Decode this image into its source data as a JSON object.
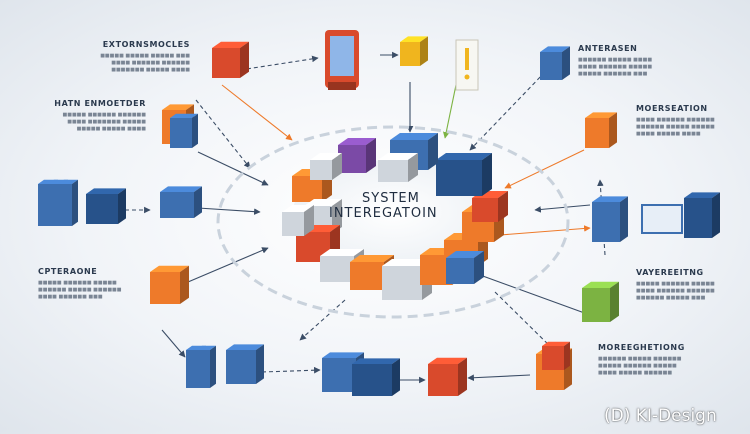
{
  "diagram": {
    "center_title": [
      "SYSTEM",
      "INTEREGATOIN"
    ],
    "watermark": "(D) KI-Design",
    "labels": [
      {
        "heading": "EXTORNSMOCLES",
        "lines": [
          "■■■■■ ■■■■■ ■■■■■ ■■■",
          "■■■■ ■■■■■■ ■■■■■■",
          "■■■■■■■ ■■■■■ ■■■■"
        ]
      },
      {
        "heading": "HATN ENMOETDER",
        "lines": [
          "■■■■■ ■■■■■■ ■■■■■■",
          "■■■■ ■■■■■■■ ■■■■■",
          "■■■■■ ■■■■■ ■■■■"
        ]
      },
      {
        "heading": "ANTERASEN",
        "lines": [
          "■■■■■■ ■■■■■ ■■■■",
          "■■■■ ■■■■■■ ■■■■■",
          "■■■■■ ■■■■■■ ■■■"
        ]
      },
      {
        "heading": "MOERSEATION",
        "lines": [
          "■■■■ ■■■■■■ ■■■■■■",
          "■■■■■■ ■■■■■ ■■■■■",
          "■■■■ ■■■■■ ■■■■"
        ]
      },
      {
        "heading": "CPTERAONE",
        "lines": [
          "■■■■■ ■■■■■■ ■■■■■",
          "■■■■■■ ■■■■■ ■■■■■■",
          "■■■■ ■■■■■■ ■■■"
        ]
      },
      {
        "heading": "VAYEREEITNG",
        "lines": [
          "■■■■■ ■■■■■■ ■■■■■",
          "■■■■ ■■■■■■ ■■■■■■",
          "■■■■■■ ■■■■■ ■■■"
        ]
      },
      {
        "heading": "MOREEGHETIONG",
        "lines": [
          "■■■■■■ ■■■■■ ■■■■■■",
          "■■■■■ ■■■■■■ ■■■■■",
          "■■■■ ■■■■■ ■■■■■■"
        ]
      }
    ],
    "colors": {
      "blue": "#3d6fb0",
      "blue_dark": "#27528a",
      "orange": "#ee7a2a",
      "red": "#d94a2c",
      "purple": "#7b4aa6",
      "yellow": "#f0b51e",
      "green": "#7cb342",
      "grey": "#cfd5dc",
      "connector": "#3b4d66"
    },
    "icons": [
      "server-stack-icon",
      "document-icon",
      "database-icon",
      "cube-icon",
      "folder-icon",
      "warning-tag-icon",
      "monitor-icon",
      "gear-icon"
    ]
  }
}
